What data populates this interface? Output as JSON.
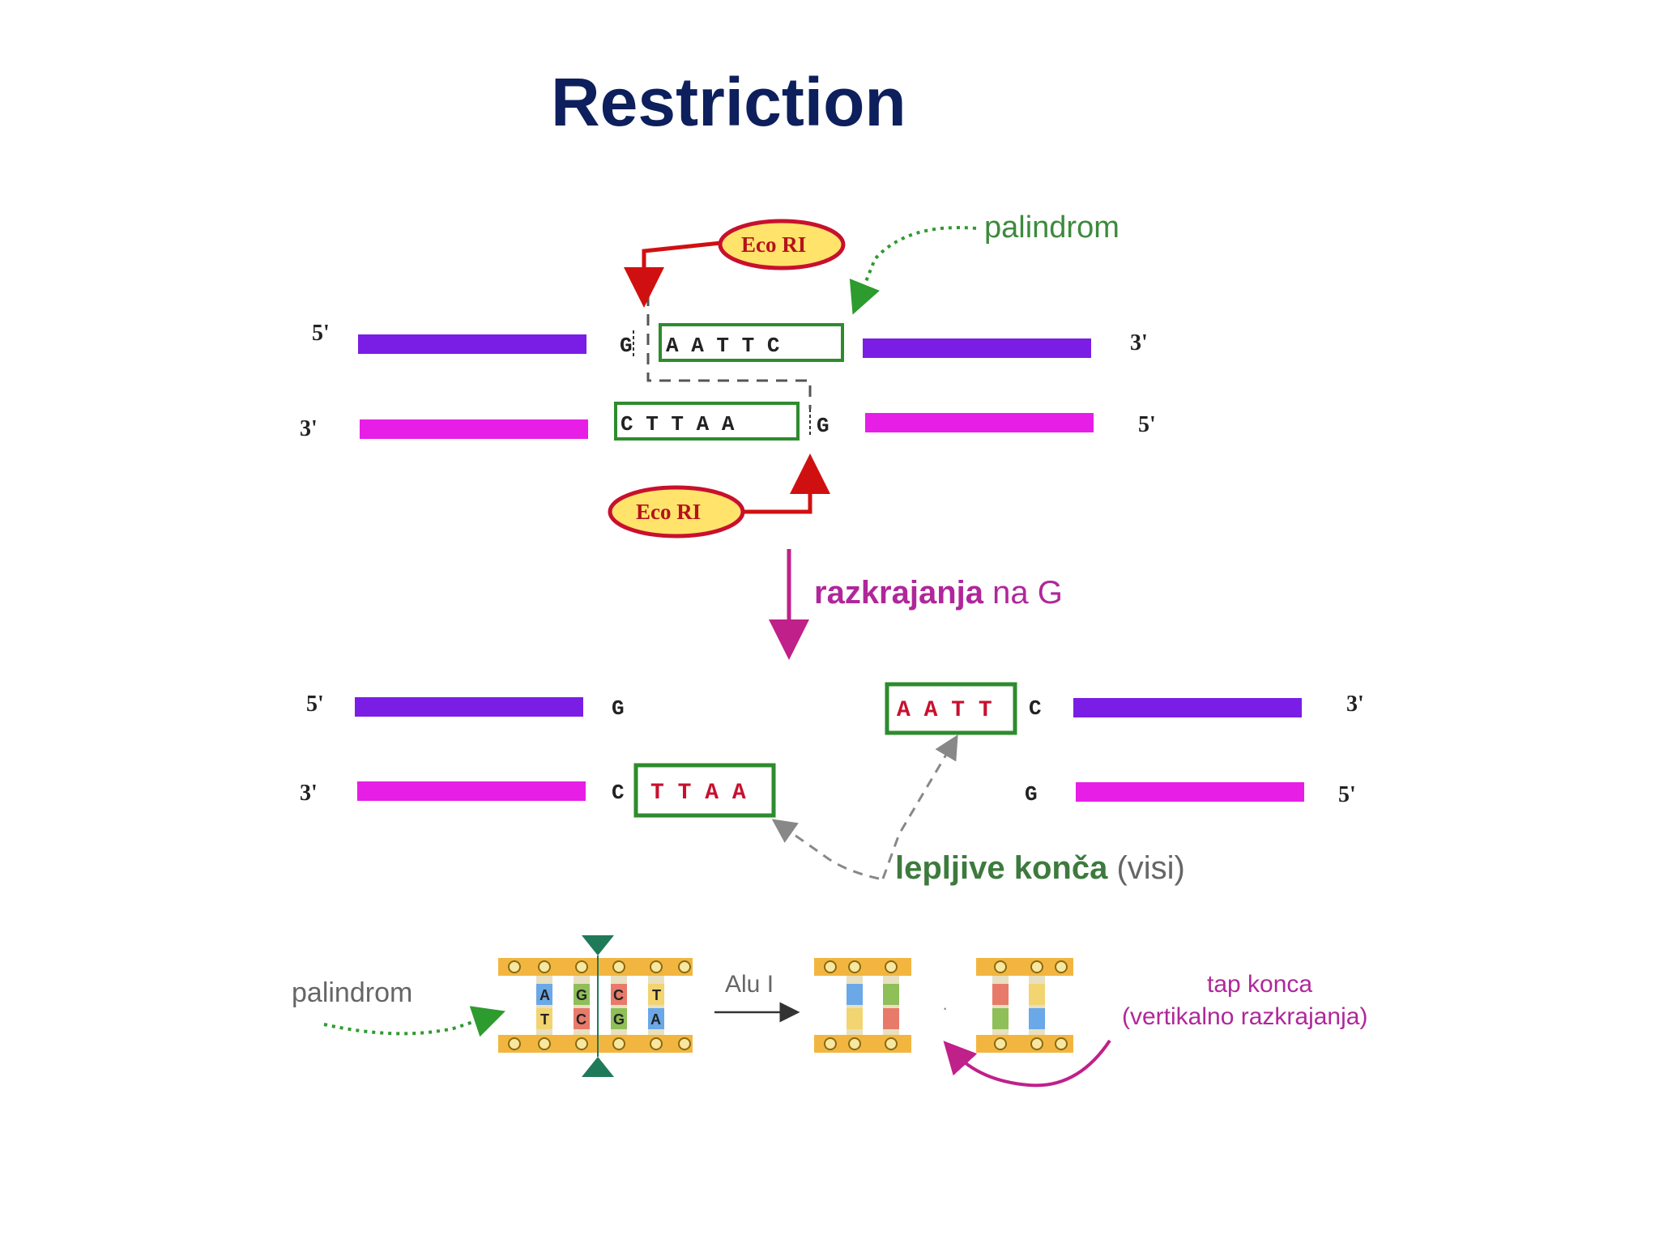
{
  "title": "Restriction",
  "colors": {
    "strand_top": "#7a1ee6",
    "strand_bottom": "#e61ee6",
    "box_green": "#2e8b2e",
    "eco_fill": "#ffe36b",
    "eco_border": "#c8102e",
    "arrow_red": "#d01010",
    "arrow_magenta": "#c0208a",
    "backbone": "#f2b640"
  },
  "top": {
    "end_5_left": "5'",
    "end_3_right": "3'",
    "end_3_left": "3'",
    "end_5_right": "5'",
    "top_g": "G",
    "top_seq": "A A T T C",
    "bottom_seq": "C T T A A",
    "bottom_g": "G",
    "enzyme_top": "Eco RI",
    "enzyme_bottom": "Eco RI",
    "palindrome_label": "palindrom"
  },
  "cut_step": {
    "label_bold": "razkrajanja",
    "label_rest": " na G"
  },
  "products": {
    "left_top_5": "5'",
    "left_top_g": "G",
    "left_bottom_3": "3'",
    "left_bottom_c": "C",
    "left_overhang": "T T A A",
    "right_overhang": "A A T T",
    "right_top_c": "C",
    "right_top_3": "3'",
    "right_bottom_g": "G",
    "right_bottom_5": "5'",
    "sticky_bold": "lepljive konča",
    "sticky_rest": " (visi)"
  },
  "blunt": {
    "palindrome_label": "palindrom",
    "enzyme": "Alu I",
    "blunt_line1": "tap konca",
    "blunt_line2": "(vertikalno razkrajanja)",
    "site_top": [
      "A",
      "G",
      "C",
      "T"
    ],
    "site_bottom": [
      "T",
      "C",
      "G",
      "A"
    ]
  }
}
